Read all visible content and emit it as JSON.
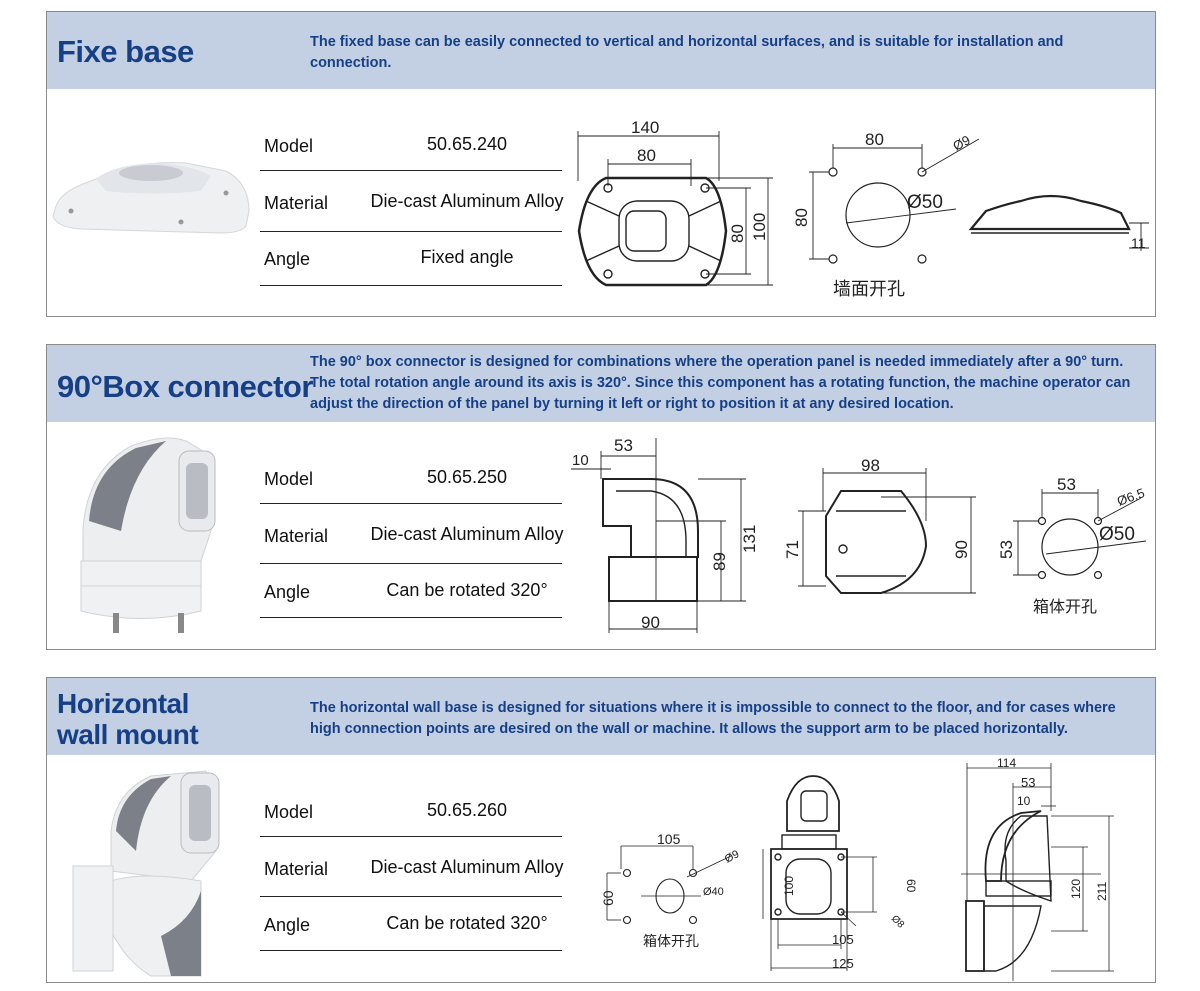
{
  "sections": [
    {
      "title": "Fixe base",
      "description": "The fixed base can be easily connected to vertical and horizontal surfaces, and is suitable for installation and connection.",
      "specs": {
        "model_label": "Model",
        "model": "50.65.240",
        "material_label": "Material",
        "material": "Die-cast Aluminum Alloy",
        "angle_label": "Angle",
        "angle": "Fixed angle"
      },
      "dims": {
        "d140": "140",
        "d80a": "80",
        "d80b": "80",
        "d100": "100",
        "h80": "80",
        "h80v": "80",
        "hole_dia": "Ø9",
        "center_dia": "Ø50",
        "hole_caption": "墙面开孔",
        "d11": "11"
      }
    },
    {
      "title": "90°Box connector",
      "description": "The 90° box connector is designed for combinations where the operation panel is needed immediately after a 90° turn. The total rotation angle around its axis is 320°. Since this component has a rotating function, the machine operator can adjust the direction of the panel by turning it left or right to position it at any desired location.",
      "specs": {
        "model_label": "Model",
        "model": "50.65.250",
        "material_label": "Material",
        "material": "Die-cast Aluminum Alloy",
        "angle_label": "Angle",
        "angle": "Can be rotated 320°"
      },
      "dims": {
        "d53": "53",
        "d10": "10",
        "d131": "131",
        "d89": "89",
        "d90": "90",
        "d98": "98",
        "d71": "71",
        "d90b": "90",
        "h53": "53",
        "h53v": "53",
        "hole_dia": "Ø6.5",
        "center_dia": "Ø50",
        "hole_caption": "箱体开孔"
      }
    },
    {
      "title": "Horizontal wall mount",
      "title_line1": "Horizontal",
      "title_line2": "wall mount",
      "description": "The horizontal wall base is designed for situations where it is impossible to connect to the floor, and for cases where high connection points are desired on the wall or machine. It allows the support arm to be placed horizontally.",
      "specs": {
        "model_label": "Model",
        "model": "50.65.260",
        "material_label": "Material",
        "material": "Die-cast Aluminum Alloy",
        "angle_label": "Angle",
        "angle": "Can be rotated 320°"
      },
      "dims": {
        "h105": "105",
        "h60": "60",
        "hole_dia": "Ø9",
        "center_dia": "Ø40",
        "hole_caption": "箱体开孔",
        "d100": "100",
        "d60": "60",
        "d8": "Ø8",
        "d105": "105",
        "d125": "125",
        "d114": "114",
        "d53": "53",
        "d10": "10",
        "d120": "120",
        "d211": "211"
      }
    }
  ]
}
